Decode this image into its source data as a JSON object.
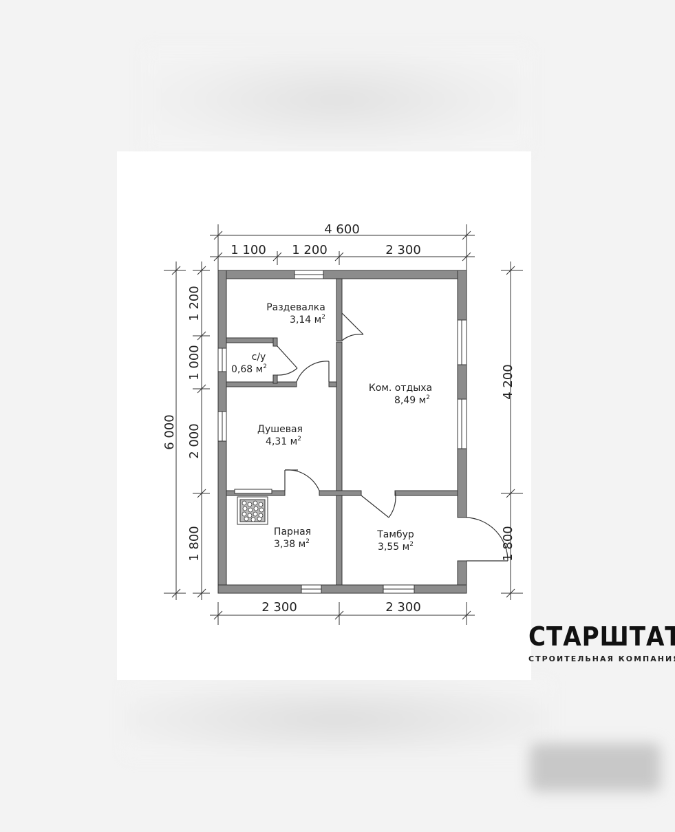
{
  "plan": {
    "overall_width": "4 600",
    "top_dims": [
      "1 100",
      "1 200",
      "2 300"
    ],
    "bottom_dims": [
      "2 300",
      "2 300"
    ],
    "overall_height": "6 000",
    "left_dims": [
      "1 200",
      "1 000",
      "2 000",
      "1 800"
    ],
    "right_dims": [
      "4 200",
      "1 800"
    ],
    "rooms": [
      {
        "name": "Раздевалка",
        "area": "3,14 м"
      },
      {
        "name": "с/у",
        "area": "0,68 м"
      },
      {
        "name": "Ком. отдыха",
        "area": "8,49 м"
      },
      {
        "name": "Душевая",
        "area": "4,31 м"
      },
      {
        "name": "Парная",
        "area": "3,38 м"
      },
      {
        "name": "Тамбур",
        "area": "3,55 м"
      }
    ],
    "area_sup": "2"
  },
  "logo": {
    "name": "СТАРШТАТ",
    "tagline": "СТРОИТЕЛЬНАЯ КОМПАНИЯ"
  }
}
